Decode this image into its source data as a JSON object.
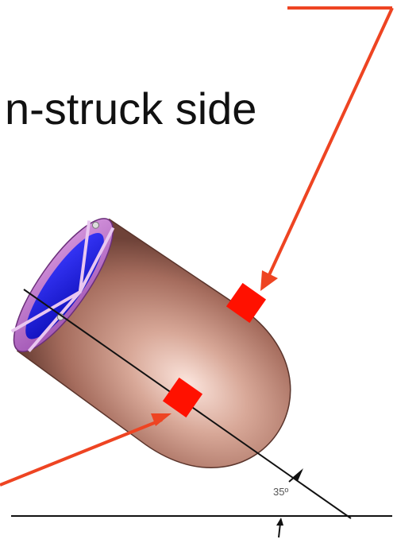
{
  "caption": "n-struck side",
  "angle": {
    "value": 35,
    "label": "35º"
  },
  "colors": {
    "leader": "#ee4422",
    "sensor": "#ff1100",
    "shell": "#b0796a",
    "cone_interior": "#1a1adf",
    "frame": "#cc77dd",
    "axis": "#111111"
  },
  "icons": {
    "pointer": "red-arrow-icon",
    "sensor": "red-square-icon"
  }
}
